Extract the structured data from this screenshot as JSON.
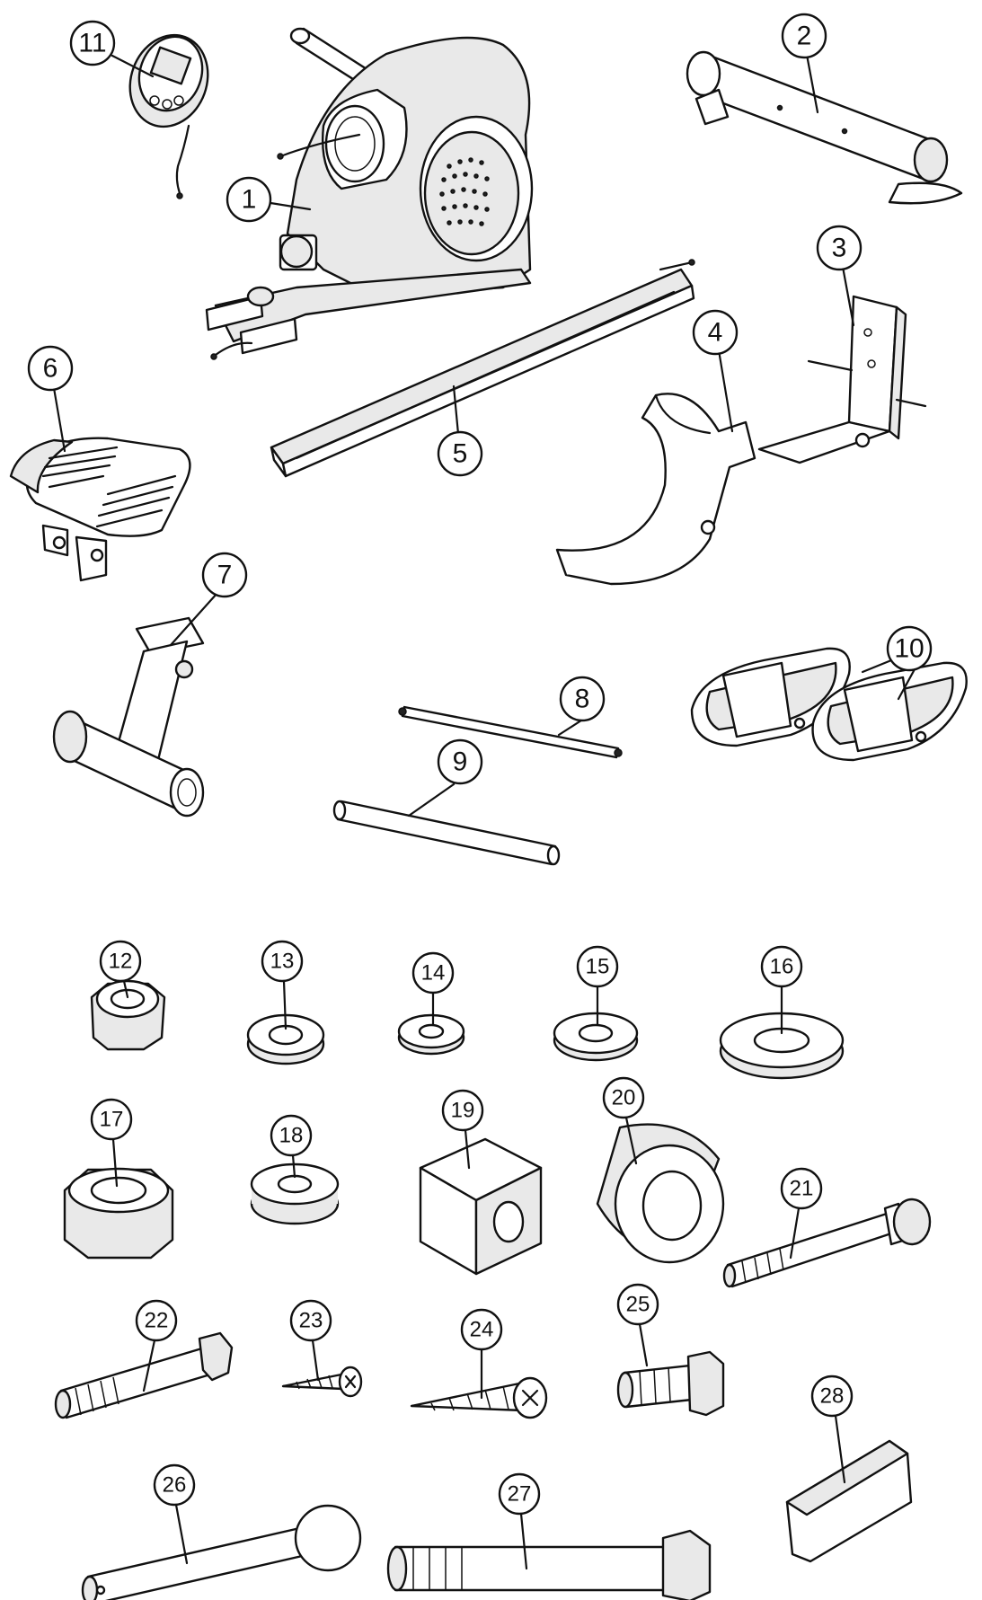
{
  "labels": {
    "p1": "1",
    "p2": "2",
    "p3": "3",
    "p4": "4",
    "p5": "5",
    "p6": "6",
    "p7": "7",
    "p8": "8",
    "p9": "9",
    "p10": "10",
    "p11": "11",
    "p12": "12",
    "p13": "13",
    "p14": "14",
    "p15": "15",
    "p16": "16",
    "p17": "17",
    "p18": "18",
    "p19": "19",
    "p20": "20",
    "p21": "21",
    "p22": "22",
    "p23": "23",
    "p24": "24",
    "p25": "25",
    "p26": "26",
    "p27": "27",
    "p28": "28"
  }
}
